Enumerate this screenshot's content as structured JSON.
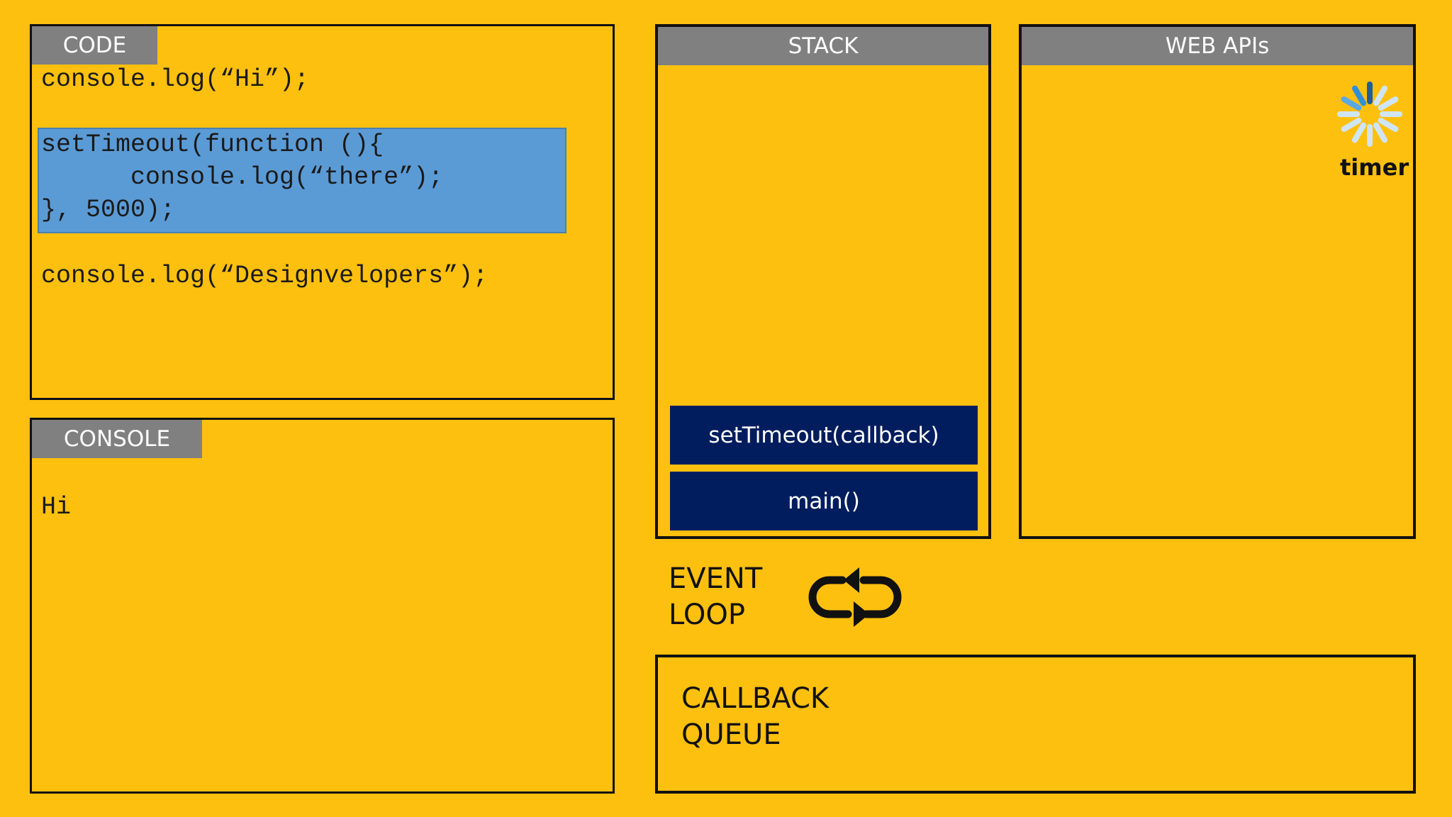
{
  "code_panel": {
    "title": "CODE",
    "lines": [
      "console.log(“Hi”);",
      "setTimeout(function (){",
      "      console.log(“there”);",
      "}, 5000);",
      "console.log(“Designvelopers”);"
    ]
  },
  "console_panel": {
    "title": "CONSOLE",
    "output": [
      "Hi"
    ]
  },
  "stack_panel": {
    "title": "STACK",
    "frames": [
      "setTimeout(callback)",
      "main()"
    ]
  },
  "webapis_panel": {
    "title": "WEB APIs",
    "timer_label": "timer",
    "timer_icon": "spinner-icon"
  },
  "event_loop": {
    "label": "EVENT\nLOOP",
    "icon": "loop-arrows-icon"
  },
  "callback_queue": {
    "label": "CALLBACK\nQUEUE"
  },
  "colors": {
    "background": "#FEC00F",
    "tab": "#808080",
    "stack_frame": "#021D5E",
    "highlight": "#5B9BD5",
    "spinner": "#2F8FD8"
  }
}
